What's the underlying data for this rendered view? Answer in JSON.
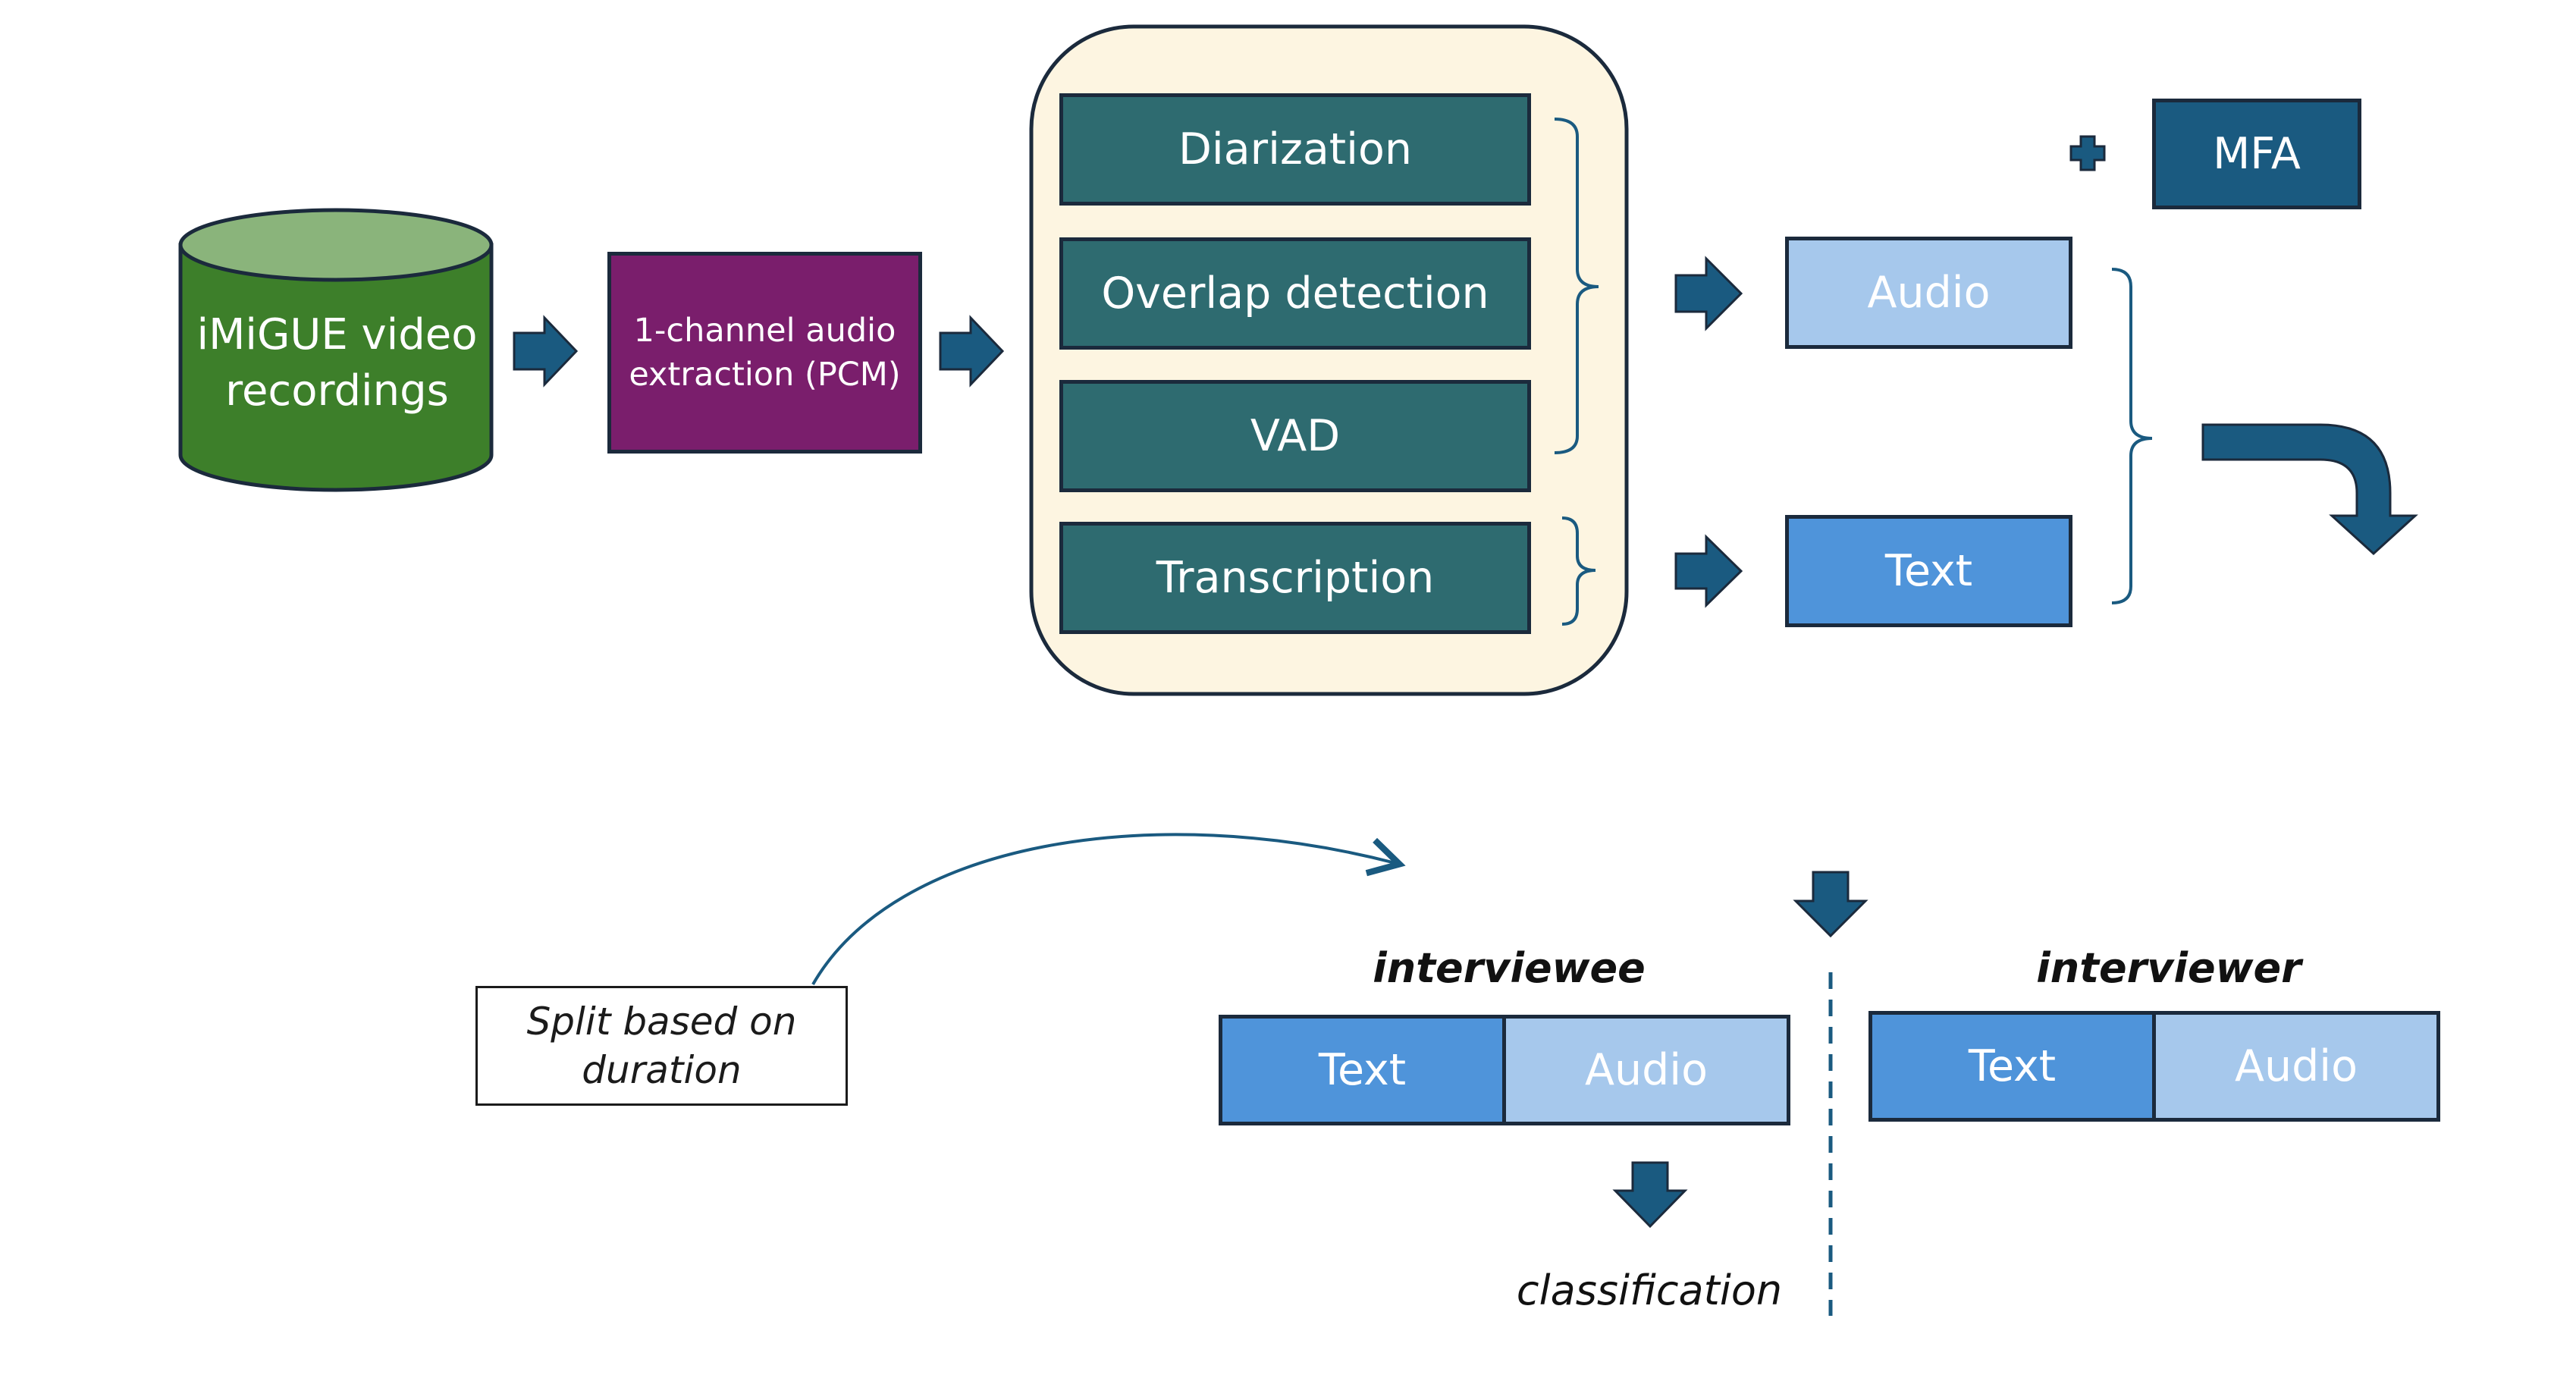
{
  "source": {
    "label": "iMiGUE video recordings"
  },
  "extraction": {
    "label": "1-channel audio extraction (PCM)"
  },
  "pipeline": {
    "steps": [
      "Diarization",
      "Overlap detection",
      "VAD",
      "Transcription"
    ]
  },
  "outputs": {
    "audio": "Audio",
    "text": "Text",
    "mfa": "MFA"
  },
  "split_note": "Split based on duration",
  "interviewee": {
    "heading": "interviewee",
    "text": "Text",
    "audio": "Audio"
  },
  "interviewer": {
    "heading": "interviewer",
    "text": "Text",
    "audio": "Audio"
  },
  "classification": "classification",
  "colors": {
    "arrow": "#1a5a80",
    "teal_box": "#2e6b70",
    "cylinder_body": "#3d7f2a",
    "cylinder_top": "#8ab47b",
    "extraction_box": "#7a1e6c",
    "panel": "#fdf5e1",
    "light_blue": "#a6c8ec",
    "mid_blue": "#4f94da",
    "navy": "#1a5a80"
  }
}
